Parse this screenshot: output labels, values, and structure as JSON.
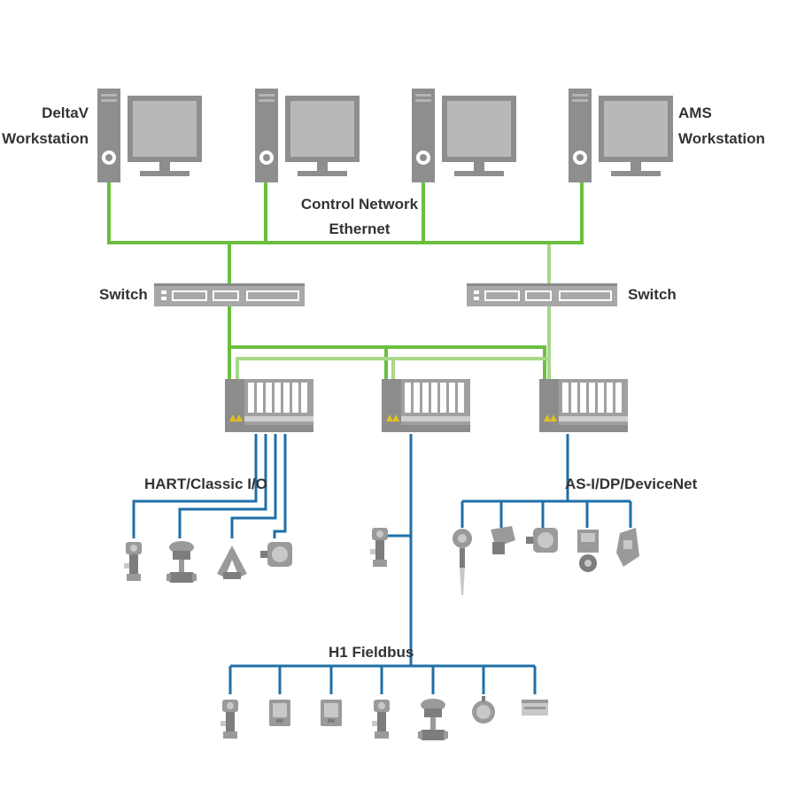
{
  "labels": {
    "deltav_workstation": [
      "DeltaV",
      "Workstation"
    ],
    "ams_workstation": [
      "AMS",
      "Workstation"
    ],
    "control_network": [
      "Control Network",
      "Ethernet"
    ],
    "switch_left": "Switch",
    "switch_right": "Switch",
    "hart_classic_io": "HART/Classic I/O",
    "asi_dp_devicenet": "AS-I/DP/DeviceNet",
    "h1_fieldbus": "H1 Fieldbus"
  },
  "colors": {
    "primary_network": "#6abf3f",
    "secondary_network": "#a9d88a",
    "fieldbus": "#1f6fa8",
    "equipment": "#9a9a9a"
  },
  "nodes": [
    {
      "id": "ws1",
      "type": "workstation",
      "icon": "workstation-icon"
    },
    {
      "id": "ws2",
      "type": "workstation",
      "icon": "workstation-icon"
    },
    {
      "id": "ws3",
      "type": "workstation",
      "icon": "workstation-icon"
    },
    {
      "id": "ws4",
      "type": "workstation",
      "icon": "workstation-icon"
    },
    {
      "id": "sw1",
      "type": "switch",
      "icon": "network-switch-icon"
    },
    {
      "id": "sw2",
      "type": "switch",
      "icon": "network-switch-icon"
    },
    {
      "id": "ctl1",
      "type": "controller",
      "icon": "controller-io-icon"
    },
    {
      "id": "ctl2",
      "type": "controller",
      "icon": "controller-io-icon"
    },
    {
      "id": "ctl3",
      "type": "controller",
      "icon": "controller-io-icon"
    }
  ]
}
